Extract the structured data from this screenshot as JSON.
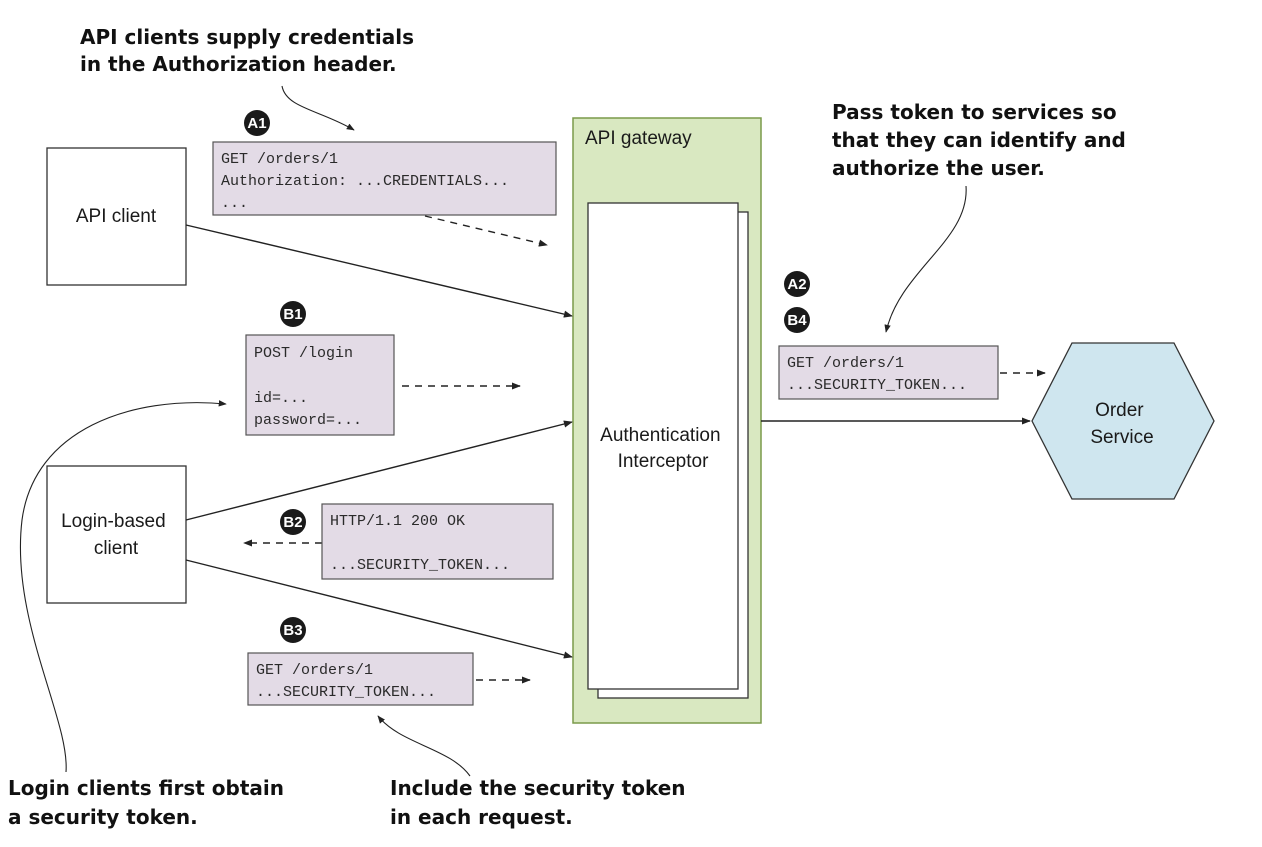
{
  "colors": {
    "gateway_fill": "#d9e8c1",
    "gateway_stroke": "#7a9a4a",
    "message_fill": "#e3dbe6",
    "service_fill": "#cfe6ef",
    "badge_fill": "#1a1a1a"
  },
  "notes": {
    "api_clients": [
      "API clients supply credentials",
      "in the Authorization header."
    ],
    "pass_token": [
      "Pass token to services so",
      "that they can identify and",
      "authorize the user."
    ],
    "login_clients": [
      "Login clients first obtain",
      "a security token."
    ],
    "include_token": [
      "Include the security token",
      "in each request."
    ]
  },
  "nodes": {
    "api_client": "API client",
    "login_client": [
      "Login-based",
      "client"
    ],
    "gateway": "API gateway",
    "interceptor": [
      "Authentication",
      "Interceptor"
    ],
    "order_service": [
      "Order",
      "Service"
    ]
  },
  "badges": {
    "a1": "A1",
    "a2": "A2",
    "b1": "B1",
    "b2": "B2",
    "b3": "B3",
    "b4": "B4"
  },
  "messages": {
    "a1": [
      "GET /orders/1",
      "Authorization: ...CREDENTIALS...",
      "..."
    ],
    "b1": [
      "POST /login",
      "",
      "id=...",
      "password=..."
    ],
    "b2": [
      "HTTP/1.1 200 OK",
      "",
      "...SECURITY_TOKEN..."
    ],
    "b3": [
      "GET /orders/1",
      "...SECURITY_TOKEN..."
    ],
    "forward": [
      "GET /orders/1",
      "...SECURITY_TOKEN..."
    ]
  }
}
